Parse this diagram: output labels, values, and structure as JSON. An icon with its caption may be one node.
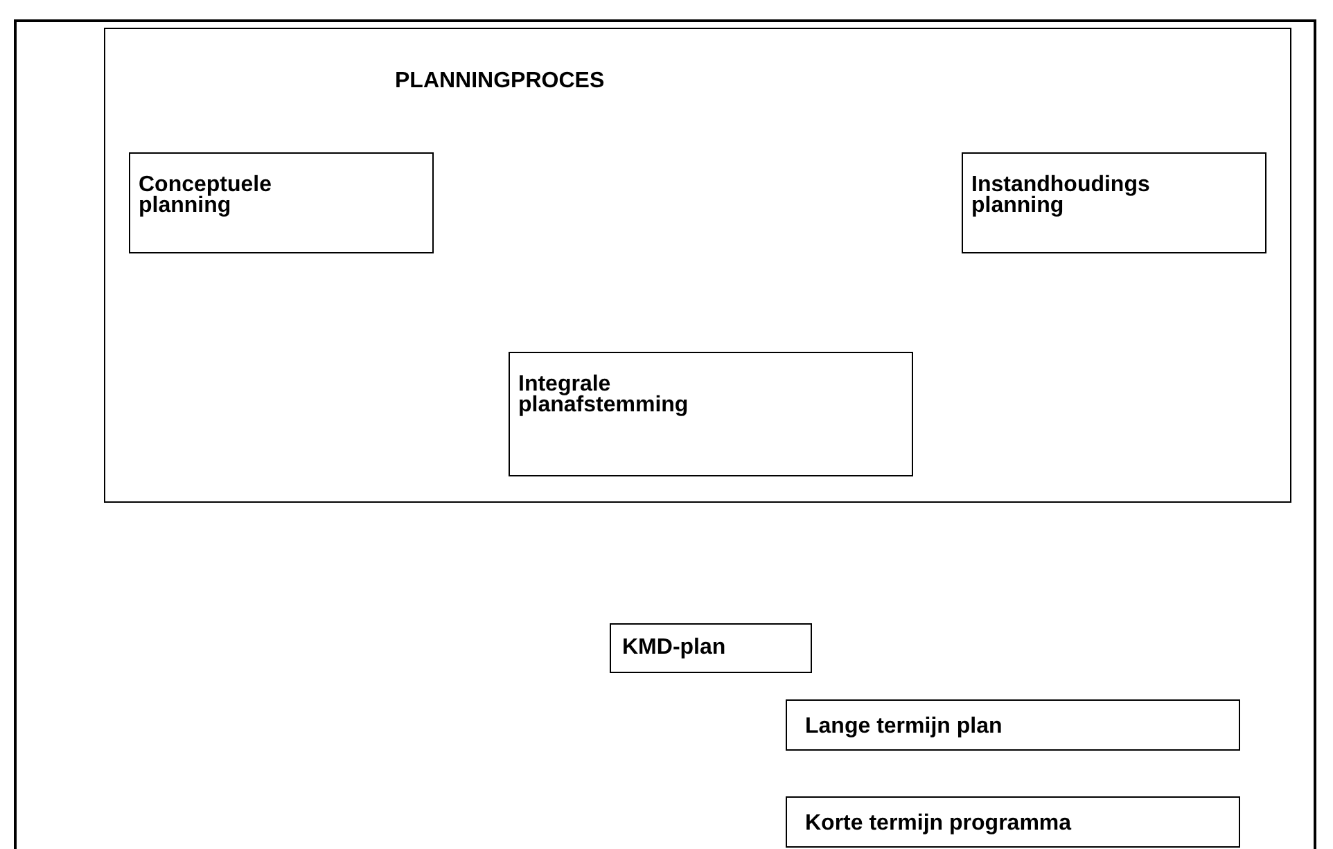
{
  "diagram": {
    "nodes": [
      {
        "text": [
          "PLANNINGPROCES"
        ]
      },
      {
        "text": [
          "Conceptuele planning"
        ],
        "in": 0
      },
      {
        "text": [
          "Instandhoudings planning"
        ],
        "in": 0
      },
      {
        "text": [
          "Integrale planafstemming"
        ],
        "in": 0
      },
      {
        "text": [
          "KMD-plan"
        ]
      },
      {
        "text": [
          "Lange termijn plan"
        ]
      },
      {
        "text": [
          "Korte termijn programma"
        ]
      }
    ]
  }
}
